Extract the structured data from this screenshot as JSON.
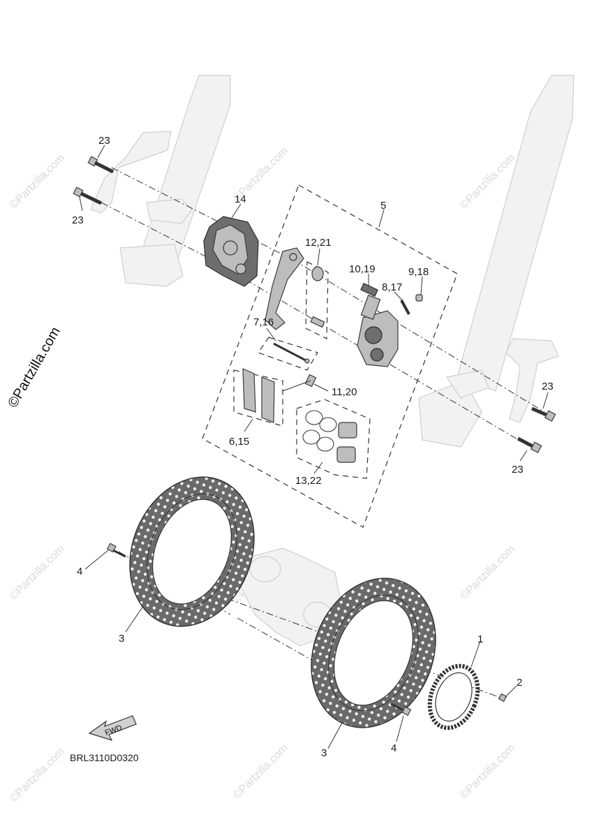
{
  "diagram": {
    "callouts": [
      "23",
      "23",
      "14",
      "5",
      "12,21",
      "10,19",
      "9,18",
      "8,17",
      "7,16",
      "11,20",
      "6,15",
      "13,22",
      "23",
      "23",
      "4",
      "3",
      "1",
      "2",
      "3",
      "4"
    ],
    "fwd_label": "FWD",
    "diagram_code": "BRL3110D0320",
    "watermark": "©Partzilla.com"
  }
}
